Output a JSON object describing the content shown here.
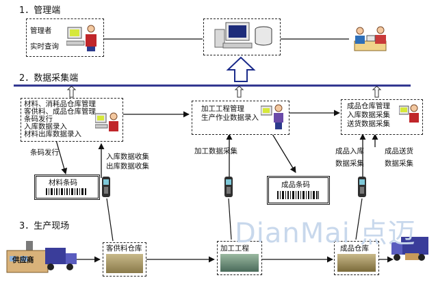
{
  "sections": {
    "s1": "1．管理端",
    "s2": "2．数据采集端",
    "s3": "3．生产现场"
  },
  "mgmt": {
    "admin": "管理者",
    "query": "实时查询"
  },
  "left_box": {
    "lines": [
      "材料、消耗品仓库管理",
      "客供料、成品仓库管理",
      "条码发行",
      "入库数据录入",
      "材料出库数据录入"
    ]
  },
  "mid_box": {
    "lines": [
      "加工工程管理",
      "生产作业数据录入"
    ]
  },
  "right_box": {
    "lines": [
      "成品仓库管理",
      "入库数据采集",
      "送货数据采集"
    ]
  },
  "labels": {
    "barcode_issue": "条码发行",
    "in_collect": "入库数据收集",
    "out_collect": "出库数据收集",
    "process_collect": "加工数据采集",
    "fg_in": "成品入库",
    "fg_in2": "数据采集",
    "fg_ship": "成品送货",
    "fg_ship2": "数据采集"
  },
  "barcodes": {
    "material": "材料条码",
    "product": "成品条码"
  },
  "production": {
    "supplier": "供应商",
    "warehouse": "客供料仓库",
    "process": "加工工程",
    "fg_warehouse": "成品仓库"
  },
  "watermark": "DianMai 点迈",
  "colors": {
    "bus_line": "#2a2f8c",
    "hollow_arrow": "#1a2a8a"
  }
}
